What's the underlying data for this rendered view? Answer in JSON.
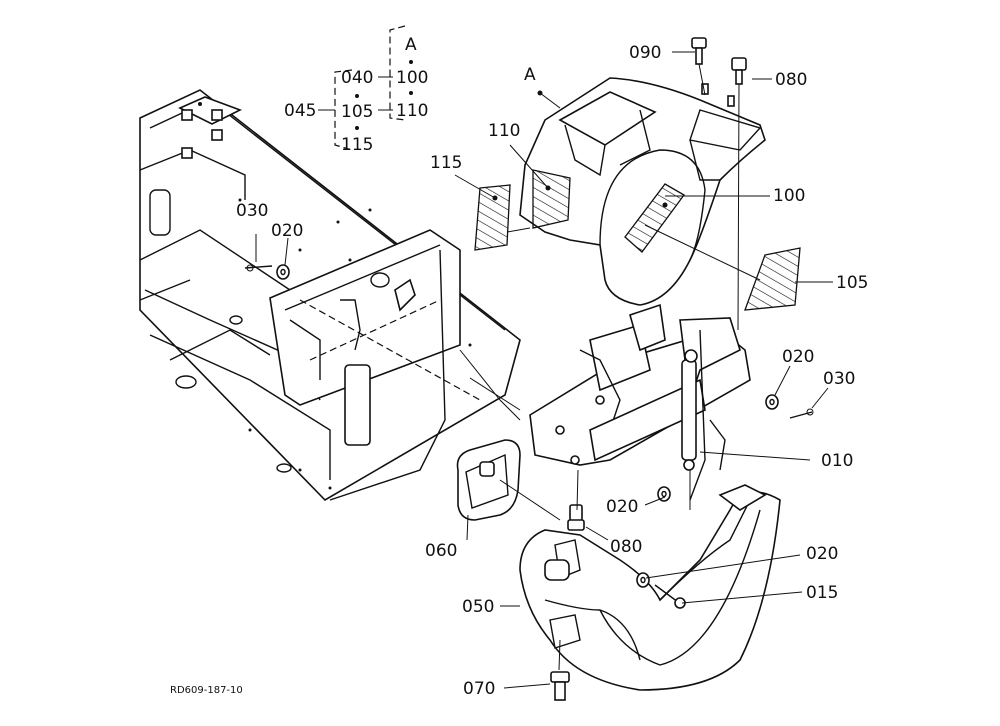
{
  "drawing_code": "RD609-187-10",
  "view_marker": "A",
  "part_labels": {
    "p010": "010",
    "p015": "015",
    "p020_a": "020",
    "p020_b": "020",
    "p020_c": "020",
    "p020_d": "020",
    "p030_a": "030",
    "p030_b": "030",
    "p045": "045",
    "p050": "050",
    "p060": "060",
    "p070": "070",
    "p080_a": "080",
    "p080_b": "080",
    "p090": "090",
    "p100": "100",
    "p105": "105",
    "p110": "110",
    "p115": "115"
  },
  "kit_groups": {
    "left": [
      "040",
      "105",
      "115"
    ],
    "right": [
      "A",
      "100",
      "110"
    ]
  }
}
